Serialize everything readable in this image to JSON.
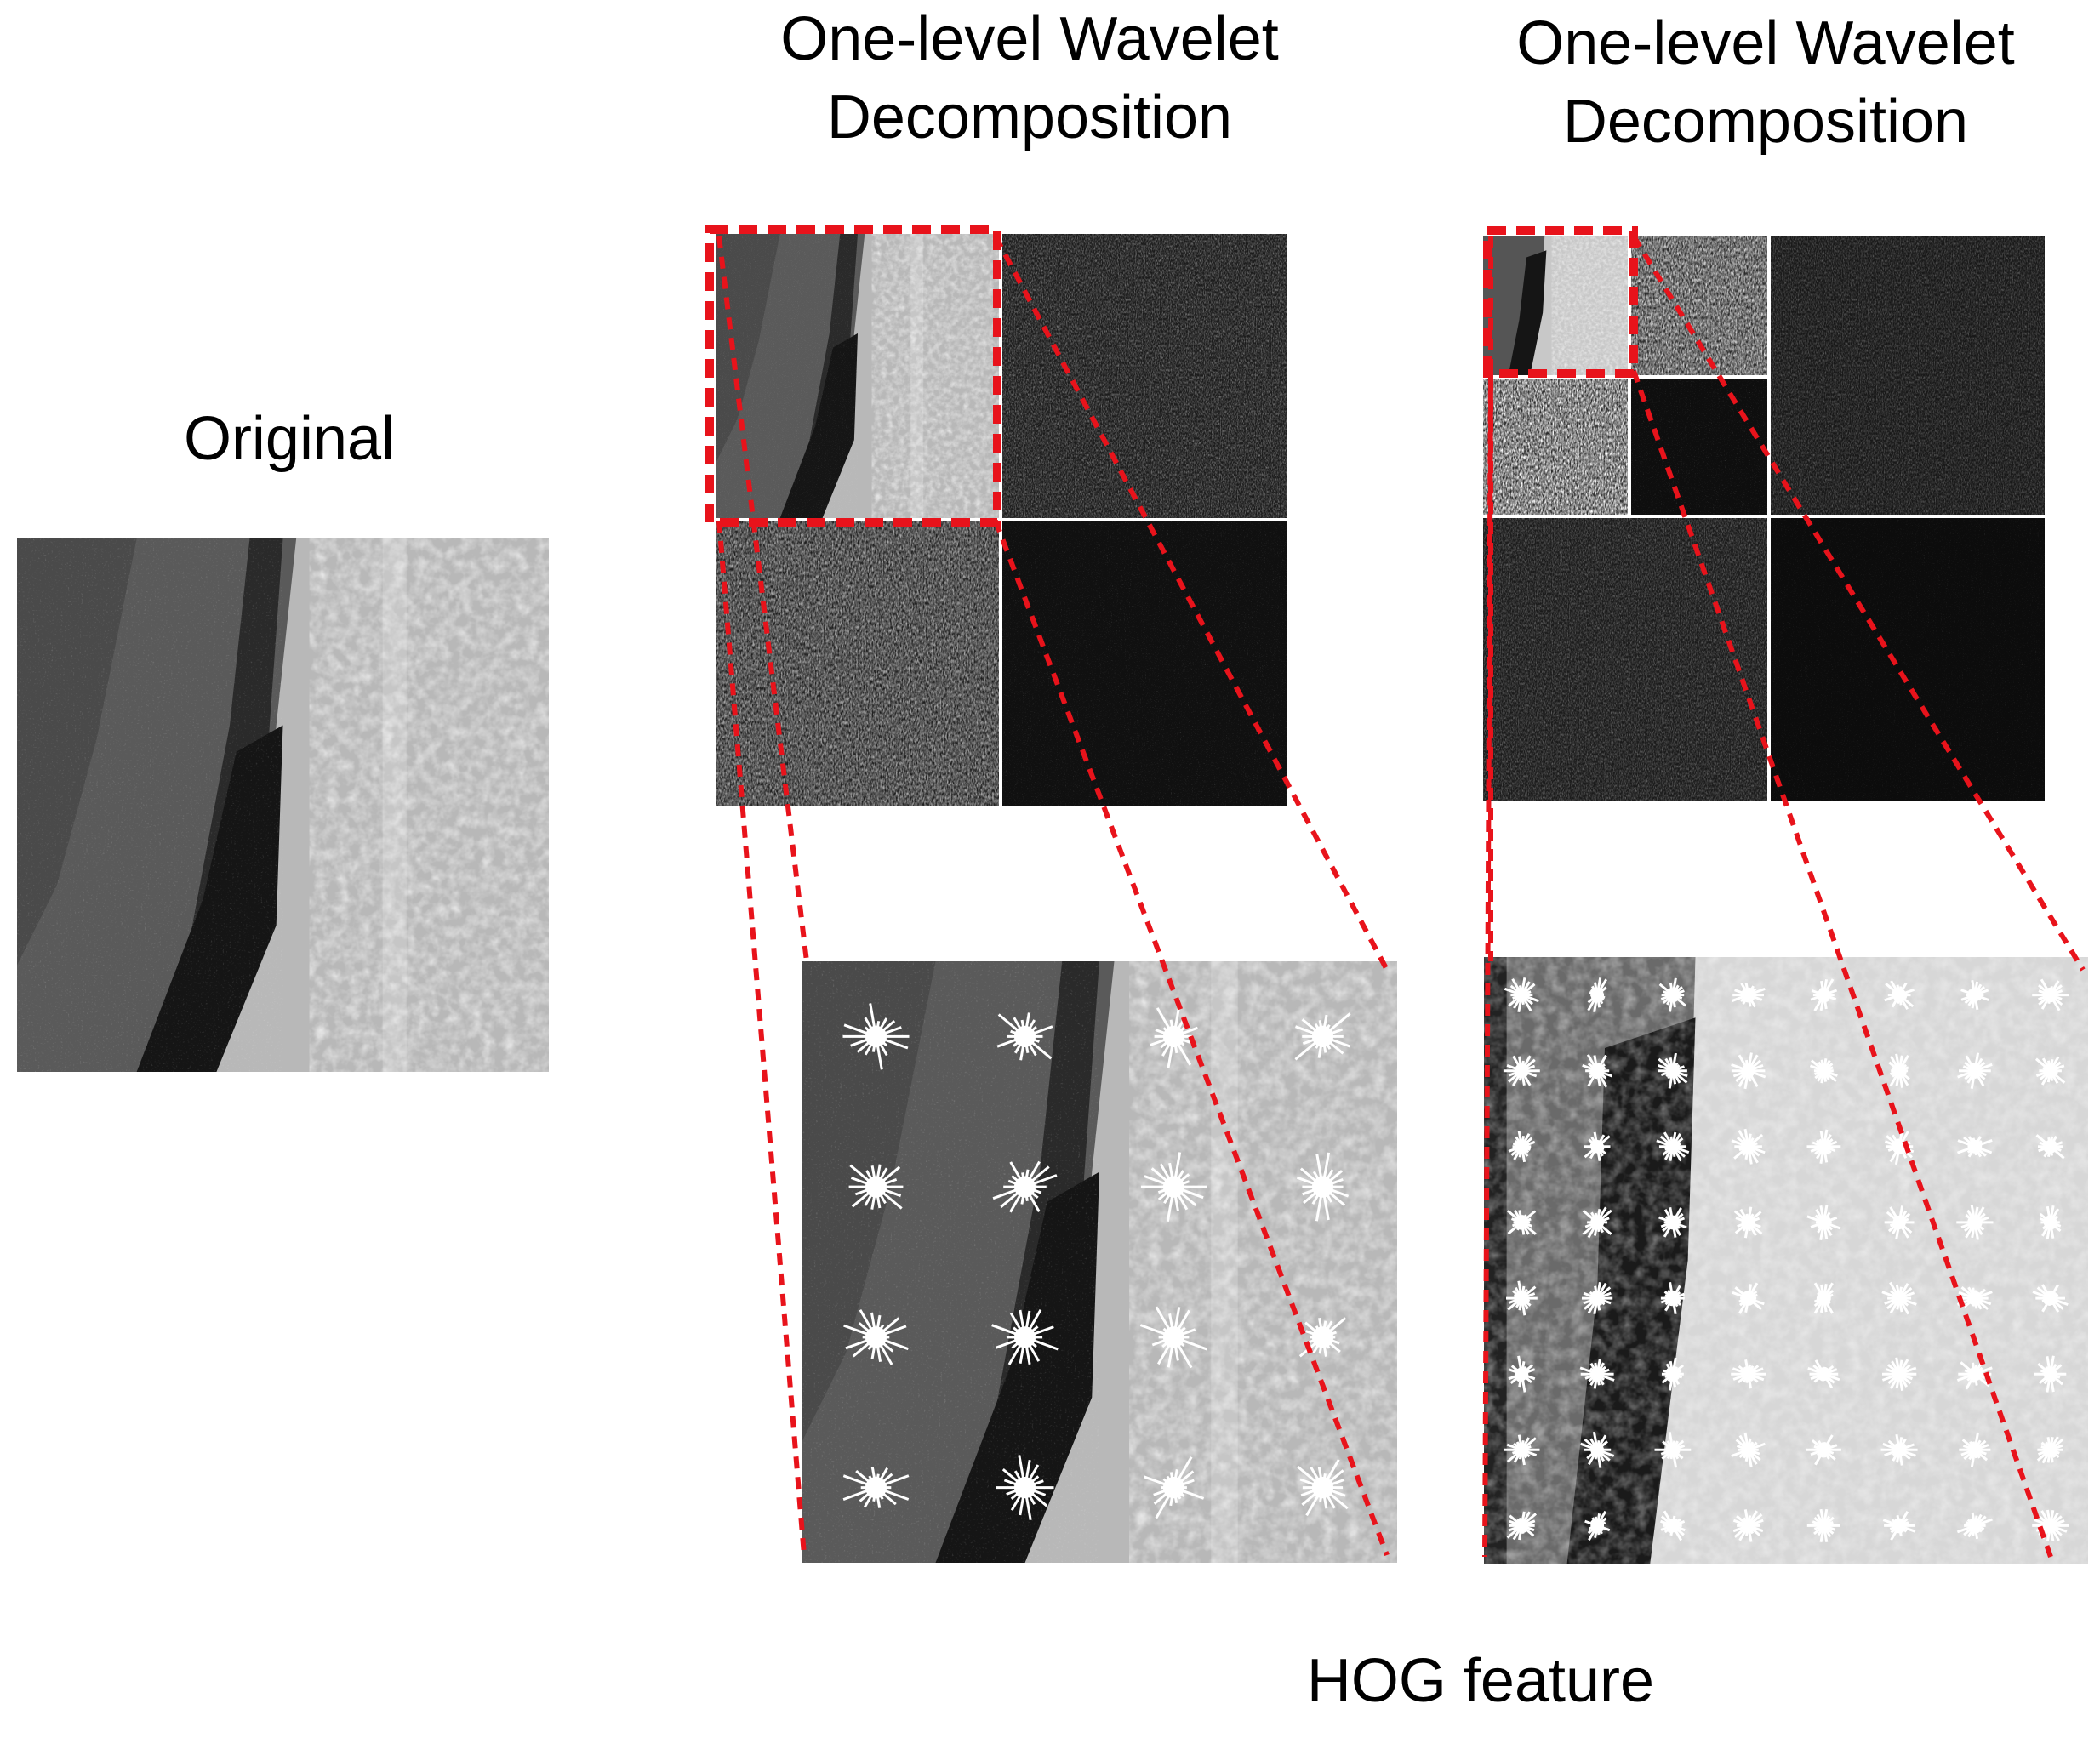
{
  "labels": {
    "original": "Original",
    "wavelet_1_line1": "One-level Wavelet",
    "wavelet_1_line2": "Decomposition",
    "wavelet_2_line1": "One-level Wavelet",
    "wavelet_2_line2": "Decomposition",
    "hog": "HOG feature"
  },
  "colors": {
    "highlight": "#e8131b",
    "divider": "#ffffff",
    "background": "#ffffff"
  },
  "hog_grid": {
    "left": {
      "rows": 4,
      "cols": 4
    },
    "right": {
      "rows": 8,
      "cols": 8
    }
  }
}
